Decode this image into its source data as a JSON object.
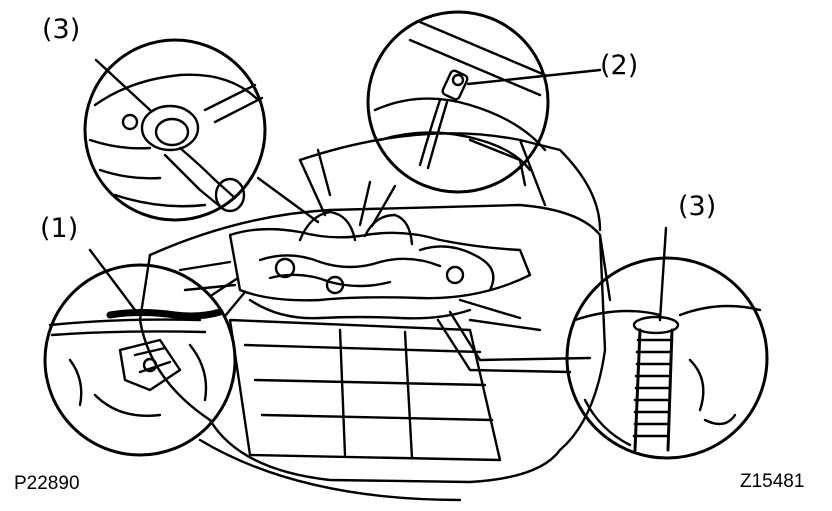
{
  "callouts": {
    "top_left": "(3)",
    "top_right": "(2)",
    "middle_left": "(1)",
    "right": "(3)"
  },
  "codes": {
    "left": "P22890",
    "right": "Z15481"
  },
  "colors": {
    "ink": "#000000",
    "paper": "#ffffff"
  }
}
